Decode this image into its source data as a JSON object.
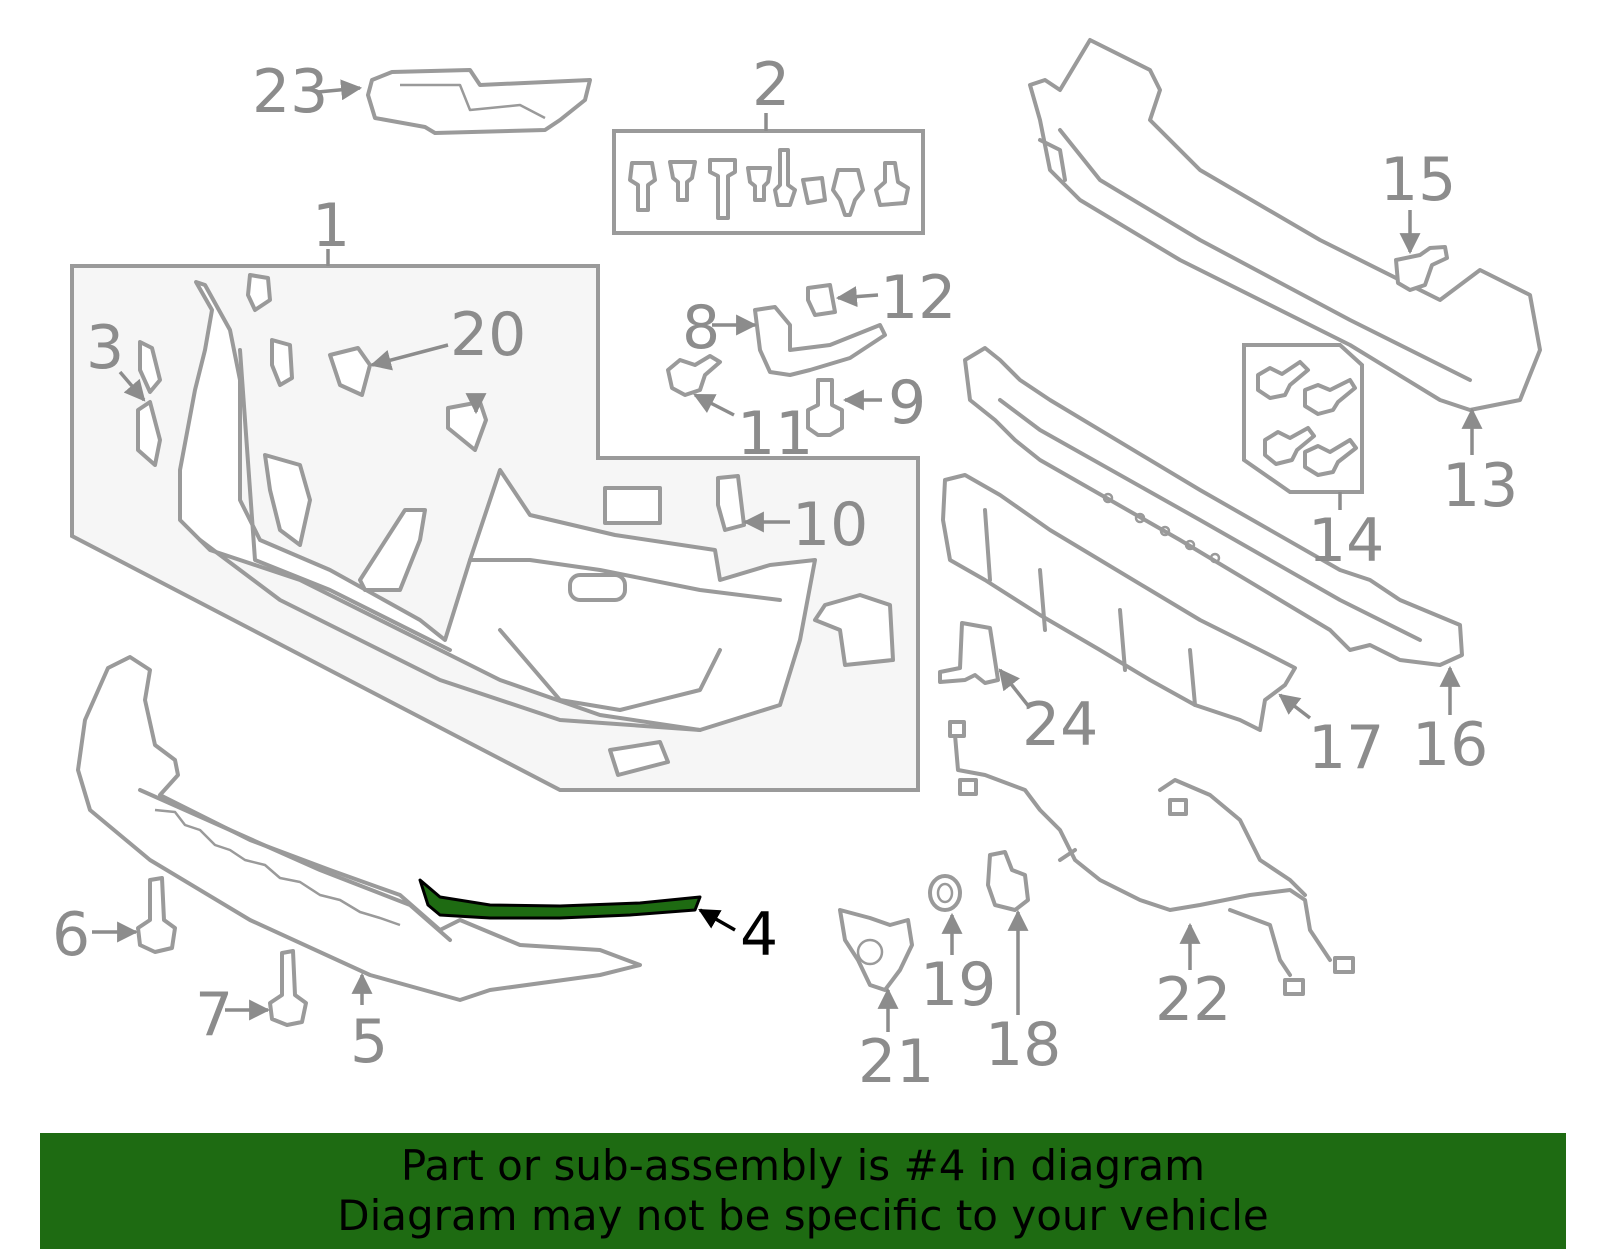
{
  "callouts": {
    "c1": "1",
    "c2": "2",
    "c3": "3",
    "c4": "4",
    "c5": "5",
    "c6": "6",
    "c7": "7",
    "c8": "8",
    "c9": "9",
    "c10": "10",
    "c11": "11",
    "c12": "12",
    "c13": "13",
    "c14": "14",
    "c15": "15",
    "c16": "16",
    "c17": "17",
    "c18": "18",
    "c19": "19",
    "c20": "20",
    "c21": "21",
    "c22": "22",
    "c23": "23",
    "c24": "24"
  },
  "highlight": {
    "part": "4",
    "color": "#1e6b12"
  },
  "banner": {
    "line1": "Part or sub-assembly is #4 in diagram",
    "line2": "Diagram may not be specific to your vehicle",
    "background": "#1e6b12"
  }
}
